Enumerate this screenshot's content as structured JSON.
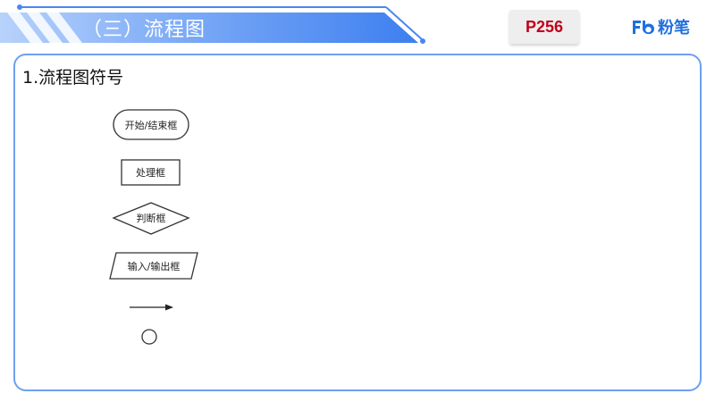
{
  "header": {
    "section_title": "（三）流程图",
    "page_badge": "P256",
    "logo_text": "粉笔",
    "colors": {
      "banner_start": "#b7d2fb",
      "banner_end": "#3d7ff0",
      "badge_text": "#c0001a",
      "logo": "#1f6fe0"
    }
  },
  "main": {
    "heading": "1.流程图符号",
    "symbols": [
      {
        "shape": "terminator",
        "label": "开始/结束框"
      },
      {
        "shape": "process",
        "label": "处理框"
      },
      {
        "shape": "decision",
        "label": "判断框"
      },
      {
        "shape": "input-output",
        "label": "输入/输出框"
      },
      {
        "shape": "arrow",
        "label": ""
      },
      {
        "shape": "connector-circle",
        "label": ""
      }
    ]
  }
}
